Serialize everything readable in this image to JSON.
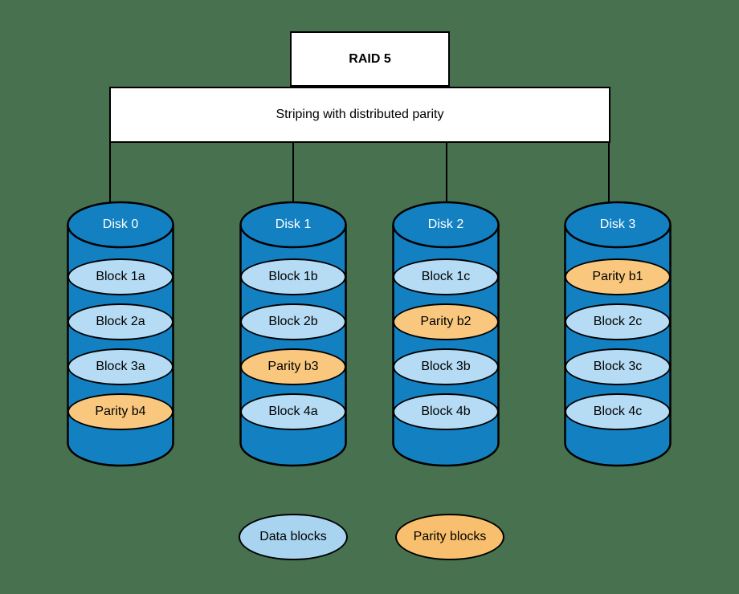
{
  "header": {
    "title": "RAID 5",
    "subtitle": "Striping with distributed parity"
  },
  "disks": [
    {
      "name": "Disk 0",
      "blocks": [
        {
          "label": "Block 1a",
          "type": "data"
        },
        {
          "label": "Block 2a",
          "type": "data"
        },
        {
          "label": "Block 3a",
          "type": "data"
        },
        {
          "label": "Parity b4",
          "type": "parity"
        }
      ]
    },
    {
      "name": "Disk 1",
      "blocks": [
        {
          "label": "Block 1b",
          "type": "data"
        },
        {
          "label": "Block 2b",
          "type": "data"
        },
        {
          "label": "Parity b3",
          "type": "parity"
        },
        {
          "label": "Block 4a",
          "type": "data"
        }
      ]
    },
    {
      "name": "Disk 2",
      "blocks": [
        {
          "label": "Block 1c",
          "type": "data"
        },
        {
          "label": "Parity b2",
          "type": "parity"
        },
        {
          "label": "Block 3b",
          "type": "data"
        },
        {
          "label": "Block 4b",
          "type": "data"
        }
      ]
    },
    {
      "name": "Disk 3",
      "blocks": [
        {
          "label": "Parity b1",
          "type": "parity"
        },
        {
          "label": "Block 2c",
          "type": "data"
        },
        {
          "label": "Block 3c",
          "type": "data"
        },
        {
          "label": "Block 4c",
          "type": "data"
        }
      ]
    }
  ],
  "legend": [
    {
      "label": "Data blocks",
      "type": "data"
    },
    {
      "label": "Parity blocks",
      "type": "parity"
    }
  ],
  "colors": {
    "background": "#487150",
    "disk_fill": "#1380c2",
    "data_block_fill": "#b5dcf4",
    "parity_block_fill": "#f9c87e",
    "box_fill": "#ffffff",
    "stroke": "#000000",
    "disk_label_text": "#ffffff"
  }
}
